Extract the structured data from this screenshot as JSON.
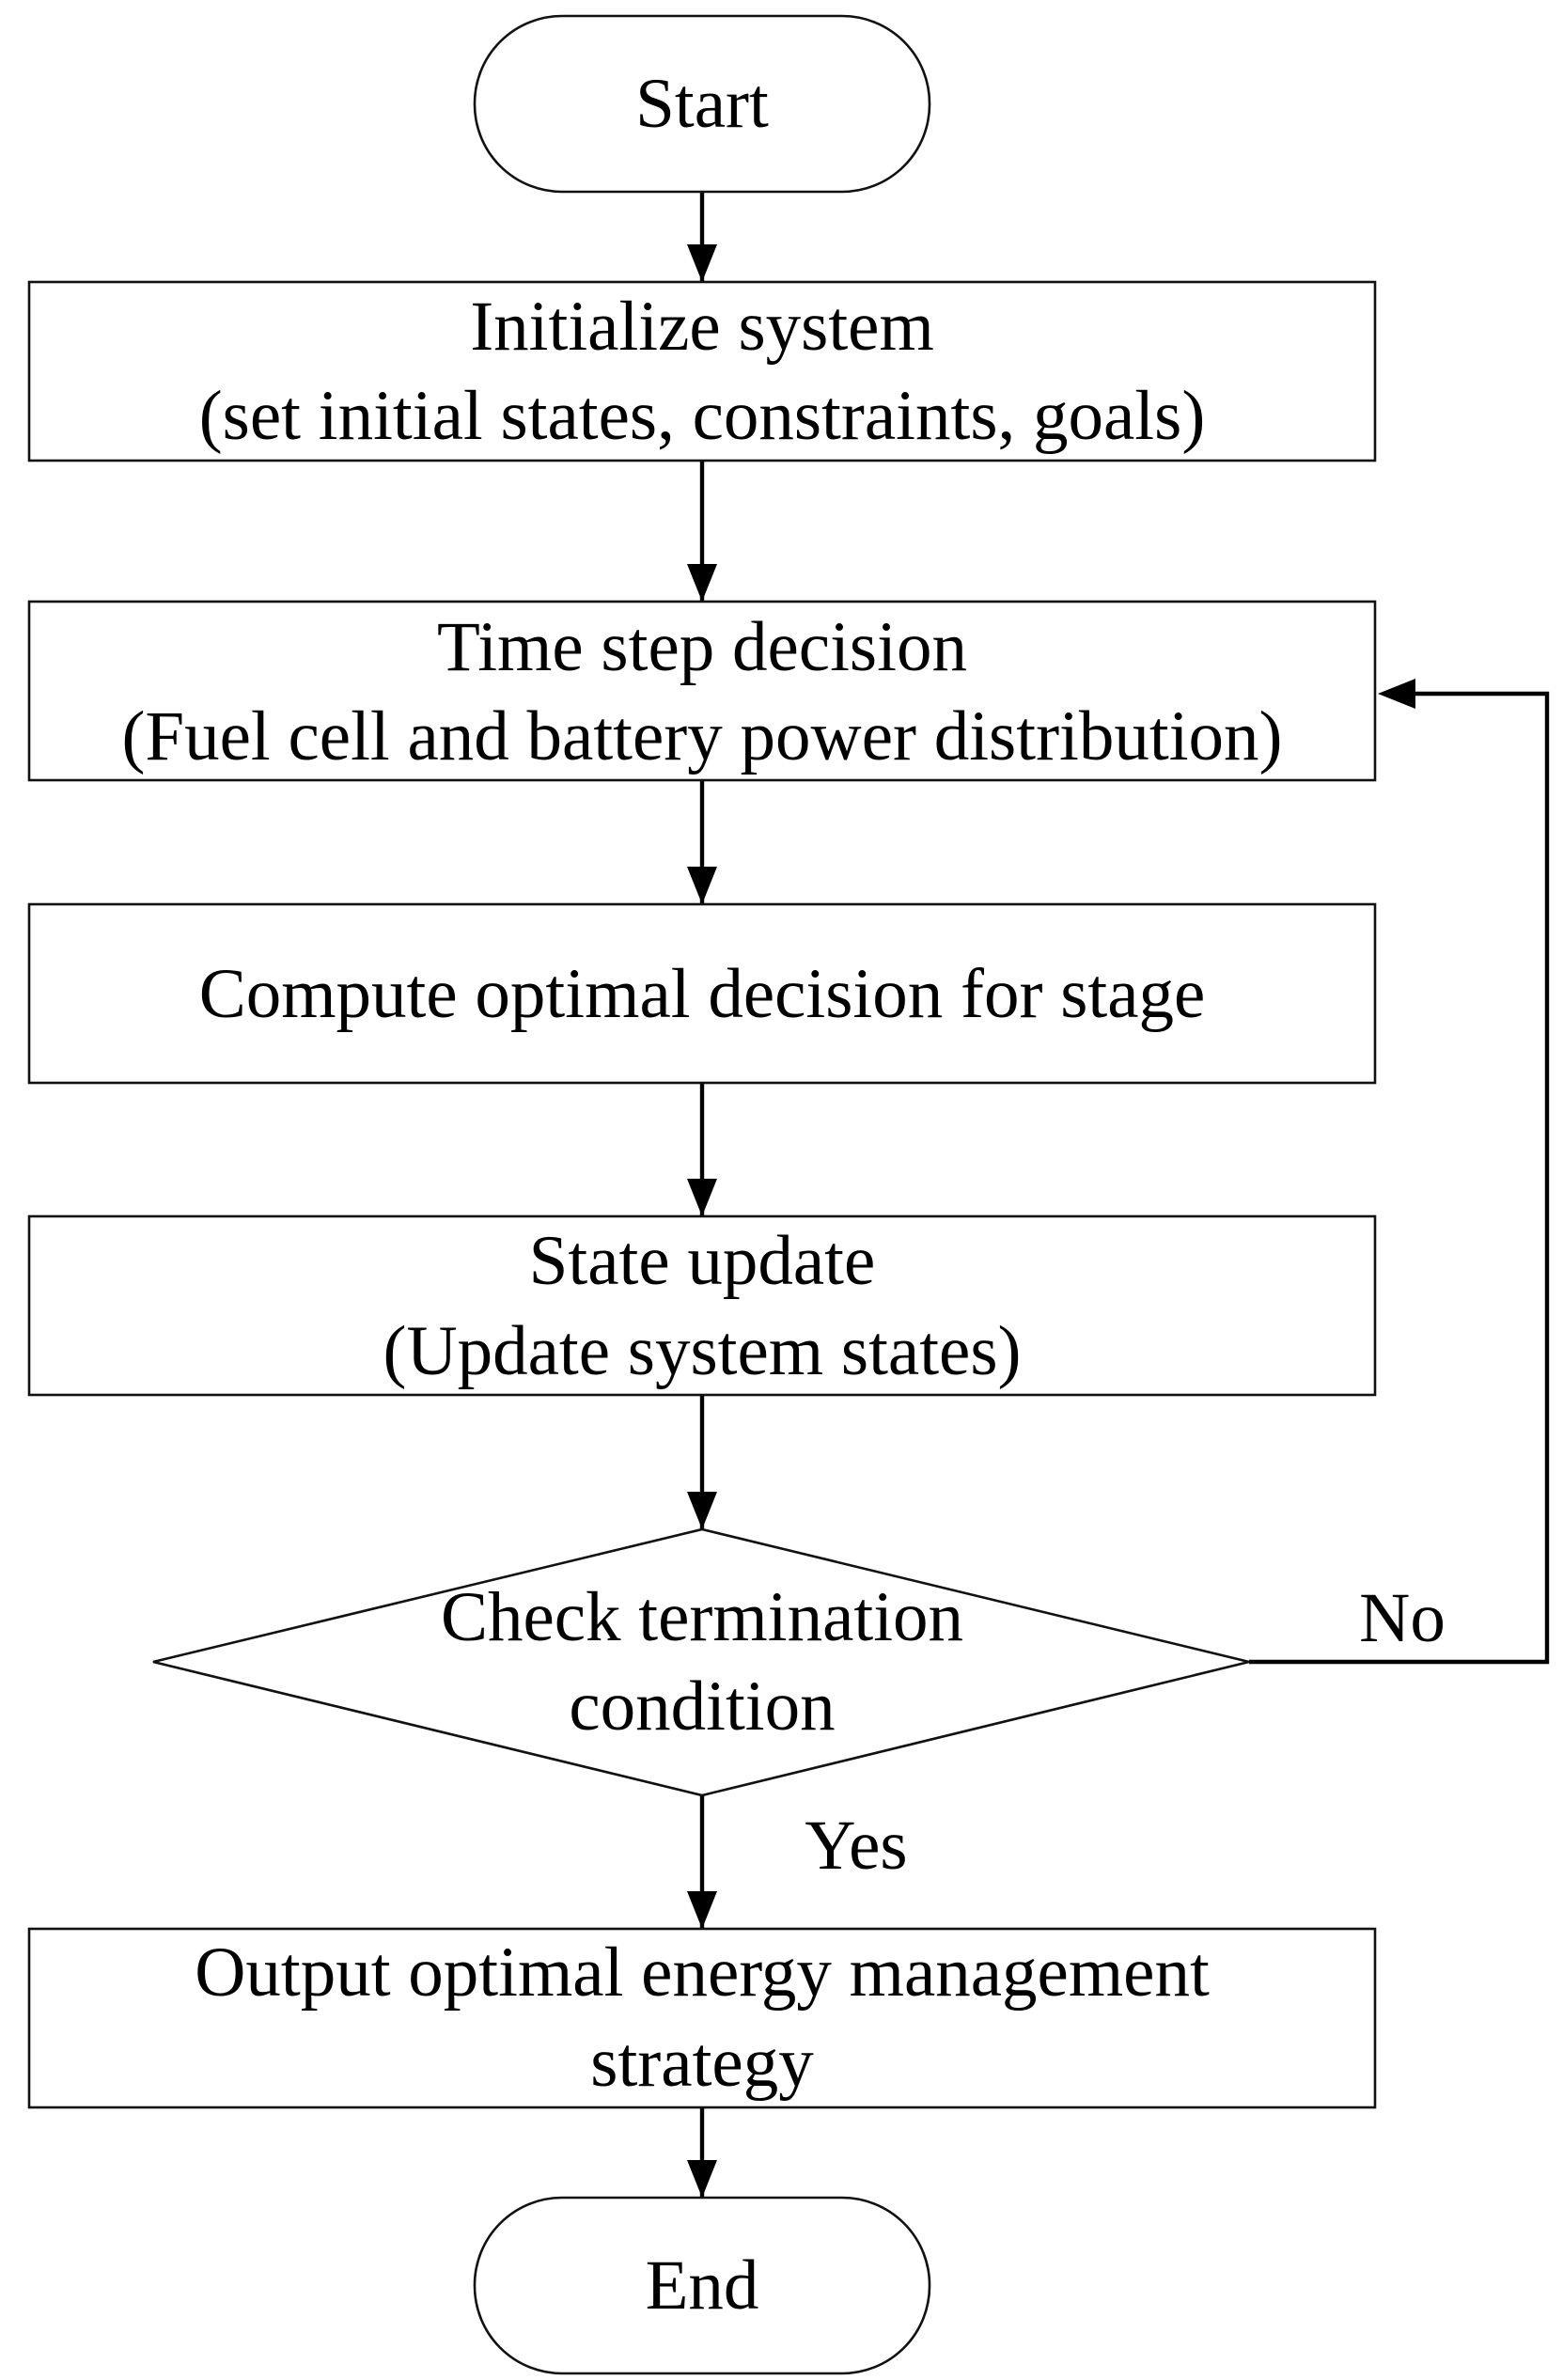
{
  "flowchart": {
    "start_label": "Start",
    "initialize": {
      "line1": "Initialize system",
      "line2": "(set initial states, constraints, goals)"
    },
    "time_step": {
      "line1": "Time step decision",
      "line2": "(Fuel cell and battery power distribution)"
    },
    "compute_label": "Compute optimal decision for stage",
    "state_update": {
      "line1": "State update",
      "line2": "(Update system states)"
    },
    "termination": {
      "line1": "Check termination",
      "line2": "condition"
    },
    "no_label": "No",
    "yes_label": "Yes",
    "output": {
      "line1": "Output optimal energy management",
      "line2": "strategy"
    },
    "end_label": "End"
  }
}
